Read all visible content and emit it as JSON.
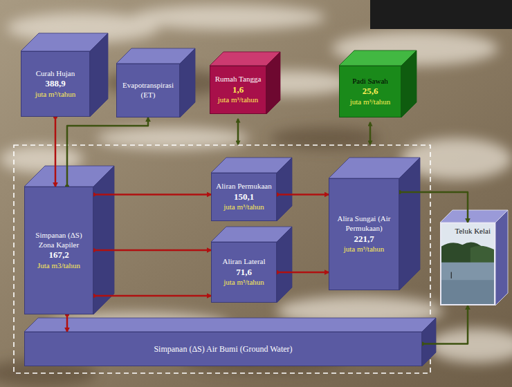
{
  "diagram": {
    "nodes": [
      {
        "text": [
          "Curah Hujan",
          "388,9",
          "juta m³/tahun"
        ]
      },
      {
        "text": [
          "Evapotranspirasi (ET)"
        ]
      },
      {
        "text": [
          "Rumah Tangga",
          "1,6",
          "juta m³/tahun"
        ]
      },
      {
        "text": [
          "Padi Sawah",
          "25,6",
          "juta m³/tahun"
        ]
      },
      {
        "text": [
          "Simpanan (ΔS) Zona Kapiler",
          "167,2",
          "Juta m3/tahun"
        ]
      },
      {
        "text": [
          "Aliran Permukaan",
          "150,1",
          "juta m³/tahun"
        ]
      },
      {
        "text": [
          "Alira Sungai (Air Permukaan)",
          "221,7",
          "juta m³/tahun"
        ]
      },
      {
        "text": [
          "Aliran Lateral",
          "71,6",
          "juta m³/tahun"
        ]
      },
      {
        "text": [
          "Teluk Kelai"
        ]
      },
      {
        "text": [
          "Simpanan (ΔS) Air Bumi (Ground Water)"
        ]
      }
    ],
    "edges": [
      {
        "from": 0,
        "to": 4,
        "arrow": "to"
      },
      {
        "from": 4,
        "to": 1,
        "arrow": "to"
      },
      {
        "from": 4,
        "to": 5,
        "arrow": "to"
      },
      {
        "from": 4,
        "to": 7,
        "arrow": "to"
      },
      {
        "from": 4,
        "to": 7,
        "arrow": "to"
      },
      {
        "from": 5,
        "to": 6,
        "arrow": "to"
      },
      {
        "from": 7,
        "to": 6,
        "arrow": "to"
      },
      {
        "from": 4,
        "to": 9,
        "arrow": "to"
      },
      {
        "from": 6,
        "to": 8,
        "arrow": "to"
      },
      {
        "from": 9,
        "to": 8,
        "arrow": "to"
      }
    ]
  }
}
